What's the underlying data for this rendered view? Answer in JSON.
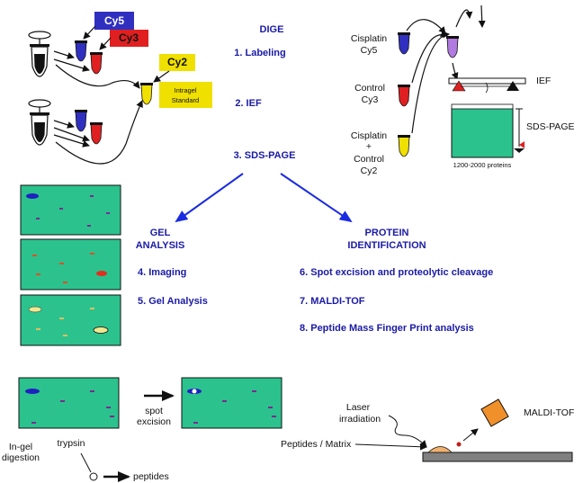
{
  "header": {
    "title": "DIGE"
  },
  "steps": {
    "s1": "1. Labeling",
    "s2": "2. IEF",
    "s3": "3. SDS-PAGE",
    "s4": "4. Imaging",
    "s5": "5. Gel Analysis",
    "s6": "6. Spot excision and proteolytic cleavage",
    "s7": "7. MALDI-TOF",
    "s8": "8. Peptide Mass Finger Print analysis"
  },
  "branches": {
    "gel_line1": "GEL",
    "gel_line2": "ANALYSIS",
    "protein_line1": "PROTEIN",
    "protein_line2": "IDENTIFICATION"
  },
  "dyes": {
    "cy5": "Cy5",
    "cy3": "Cy3",
    "cy2": "Cy2",
    "standard_line1": "Intragel",
    "standard_line2": "Standard"
  },
  "samples": {
    "cisplatin_line1": "Cisplatin",
    "cisplatin_line2": "Cy5",
    "control_line1": "Control",
    "control_line2": "Cy3",
    "mix_line1": "Cisplatin",
    "mix_plus": "+",
    "mix_line2": "Control",
    "mix_line3": "Cy2"
  },
  "gel_panel": {
    "ief": "IEF",
    "sds": "SDS-PAGE",
    "proteins": "1200-2000 proteins"
  },
  "bottom": {
    "spot_line1": "spot",
    "spot_line2": "excision",
    "ingel_line1": "In-gel",
    "ingel_line2": "digestion",
    "trypsin": "trypsin",
    "peptides": "peptides",
    "laser_line1": "Laser",
    "laser_line2": "irradiation",
    "maldi": "MALDI-TOF",
    "peptides_matrix": "Peptides / Matrix"
  },
  "colors": {
    "gel": "#2bc28e",
    "cy5": "#3030c0",
    "cy3": "#e02020",
    "cy2": "#f0e000",
    "arrow_blue": "#1a2be0",
    "title_text": "#1a1aa6",
    "maldi_box": "#f0902a"
  }
}
